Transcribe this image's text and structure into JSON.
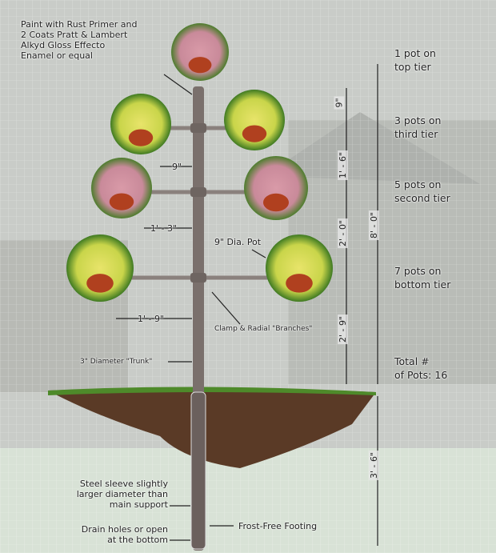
{
  "annotations": {
    "paint": [
      "Paint with Rust Primer and",
      "2 Coats Pratt & Lambert",
      "Alkyd Gloss Effecto",
      "Enamel or equal"
    ],
    "span_9": "9\"",
    "span_1_3": "1' - 3\"",
    "span_1_9": "1' - 9\"",
    "pot_dia": "9\" Dia. Pot",
    "clamp": "Clamp & Radial \"Branches\"",
    "trunk": "3\" Diameter \"Trunk\"",
    "sleeve": [
      "Steel sleeve slightly",
      "larger diameter than",
      "main support"
    ],
    "drain": [
      "Drain holes or open",
      "at the bottom"
    ],
    "footing": "Frost-Free Footing"
  },
  "dimensions": {
    "d1": "9\"",
    "d2": "1' - 6\"",
    "d3": "2' - 0\"",
    "d4": "2' - 9\"",
    "total": "8' - 0\"",
    "below": "3' - 6\""
  },
  "tiers": [
    [
      "1 pot on",
      "top tier"
    ],
    [
      "3 pots on",
      "third tier"
    ],
    [
      "5 pots on",
      "second tier"
    ],
    [
      "7 pots on",
      "bottom tier"
    ],
    [
      "Total #",
      "of Pots: 16"
    ]
  ],
  "colors": {
    "pole": "#7a706c",
    "soil": "#5a3a26",
    "grass": "#4e8a2a",
    "pot": "#b0401f"
  }
}
